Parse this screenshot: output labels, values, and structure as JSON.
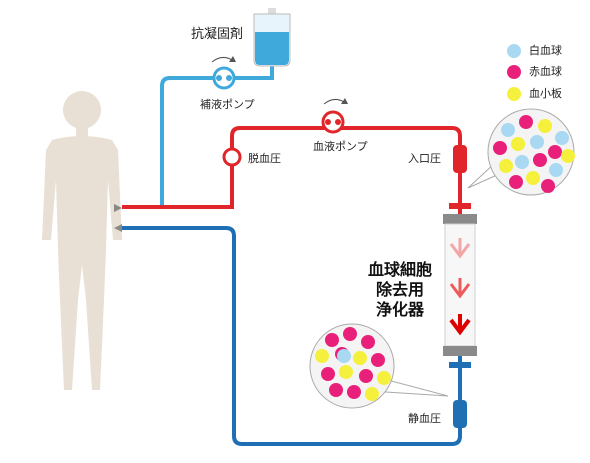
{
  "labels": {
    "anticoagulant": "抗凝固剤",
    "replacement_pump": "補液ポンプ",
    "blood_pump": "血液ポンプ",
    "outflow_pressure": "脱血圧",
    "inlet_pressure": "入口圧",
    "venous_pressure": "静血圧"
  },
  "filter": {
    "title_lines": [
      "血球細胞",
      "除去用",
      "浄化器"
    ]
  },
  "legend": [
    {
      "label": "白血球",
      "color": "#a8d8f2"
    },
    {
      "label": "赤血球",
      "color": "#e8207a"
    },
    {
      "label": "血小板",
      "color": "#f5f03c"
    }
  ],
  "colors": {
    "arterial_line": "#e0262b",
    "venous_line": "#1f6fb5",
    "replacement_line": "#3fa9dc",
    "body": "#e8e0d4",
    "filter_arrow_light": "#f2a6a6",
    "filter_arrow_mid": "#ee5b5b",
    "filter_arrow_dark": "#e10000"
  }
}
